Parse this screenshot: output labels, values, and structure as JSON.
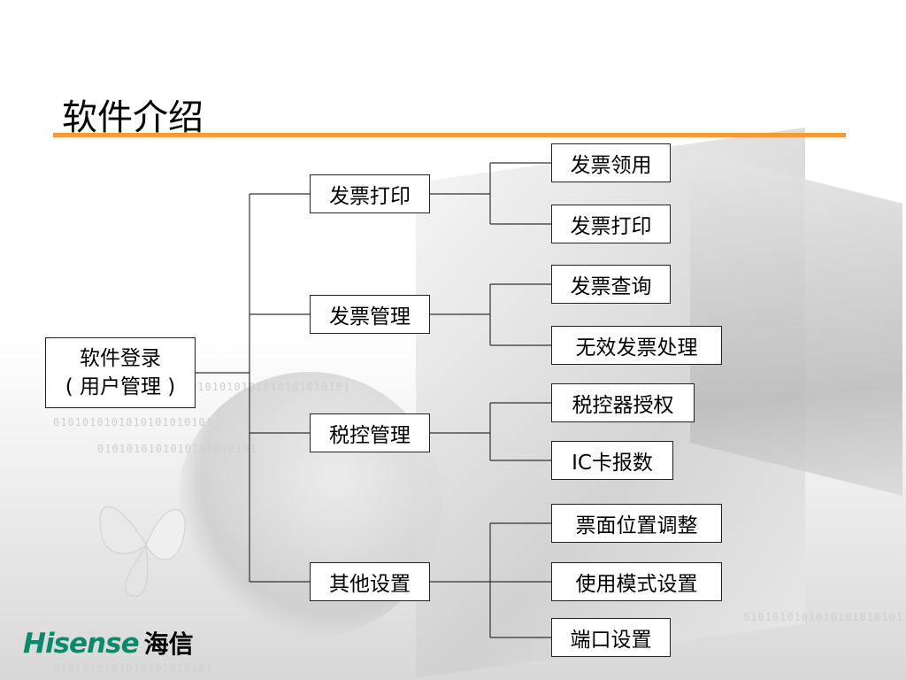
{
  "slide": {
    "title": "软件介绍",
    "accent_color": "#f39b3a"
  },
  "tree": {
    "root": {
      "line1": "软件登录",
      "line2": "( 用户管理 )"
    },
    "branches": [
      {
        "label": "发票打印",
        "children": [
          "发票领用",
          "发票打印"
        ]
      },
      {
        "label": "发票管理",
        "children": [
          "发票查询",
          "无效发票处理"
        ]
      },
      {
        "label": "税控管理",
        "children": [
          "税控器授权",
          "IC卡报数"
        ]
      },
      {
        "label": "其他设置",
        "children": [
          "票面位置调整",
          "使用模式设置",
          "端口设置"
        ]
      }
    ]
  },
  "branding": {
    "logo_text": "Hisense",
    "logo_cn": "海信",
    "logo_color": "#0a8a6a"
  },
  "background": {
    "binary_text": "0101010101010101010101"
  }
}
